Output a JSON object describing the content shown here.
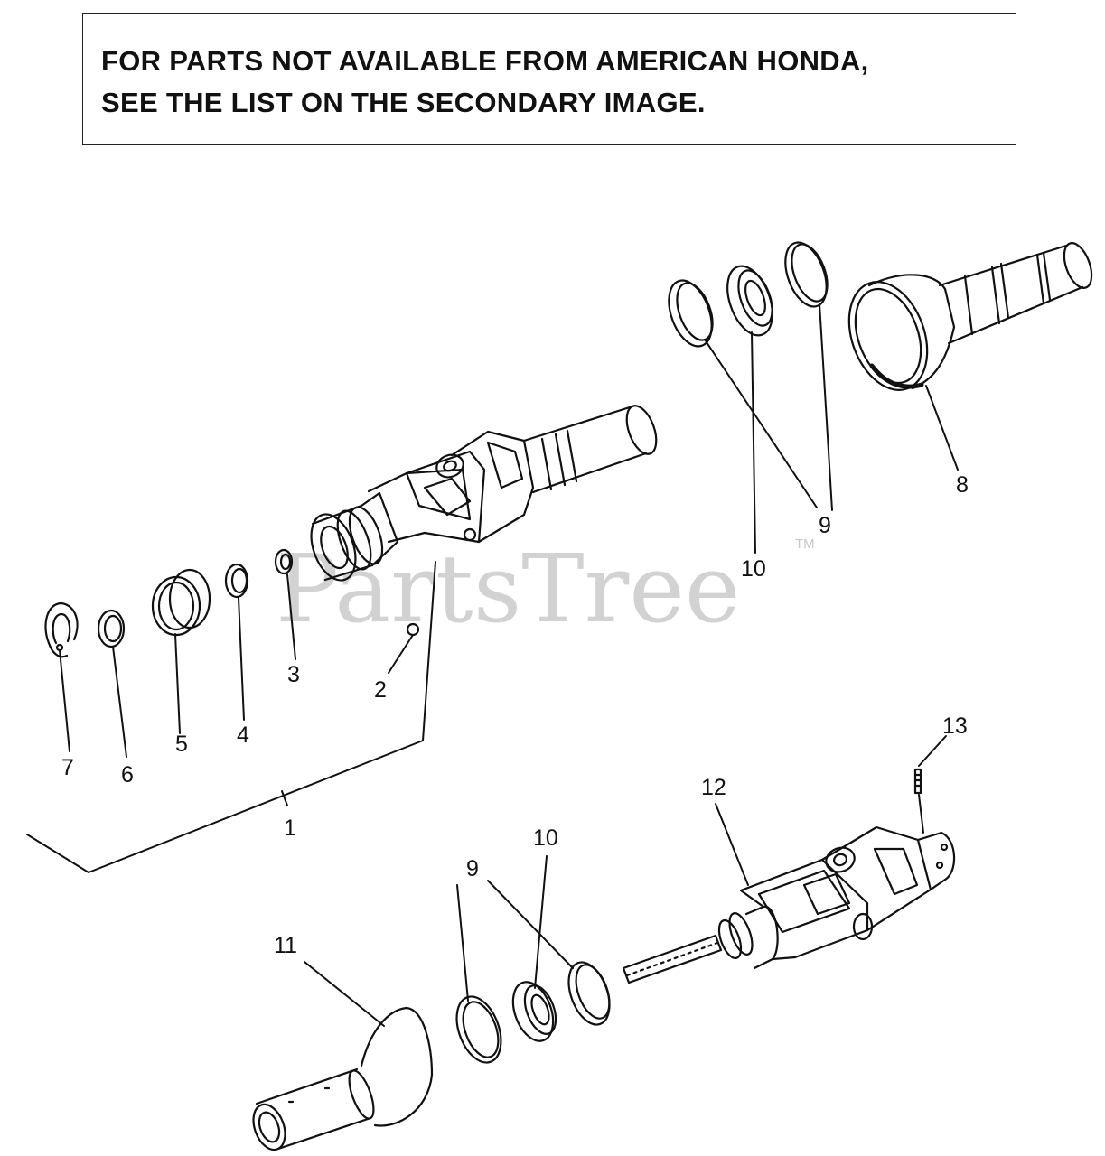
{
  "notice": {
    "line1": "FOR PARTS NOT AVAILABLE FROM AMERICAN HONDA,",
    "line2": "SEE THE LIST ON THE SECONDARY IMAGE."
  },
  "watermark": {
    "text": "PartsTree",
    "tm": "TM"
  },
  "callouts": {
    "c1": "1",
    "c2": "2",
    "c3": "3",
    "c4": "4",
    "c5": "5",
    "c6": "6",
    "c7": "7",
    "c8": "8",
    "c9a": "9",
    "c10a": "10",
    "c9b": "9",
    "c9c": "9",
    "c10b": "10",
    "c11": "11",
    "c12": "12",
    "c13": "13"
  }
}
